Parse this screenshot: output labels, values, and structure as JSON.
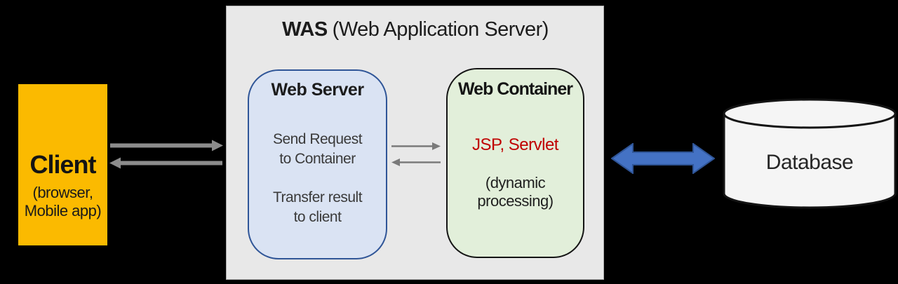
{
  "diagram": {
    "was": {
      "title_bold": "WAS",
      "title_rest": "(Web Application Server)"
    },
    "client": {
      "title": "Client",
      "subtitle_line1": "(browser,",
      "subtitle_line2": "Mobile app)"
    },
    "web_server": {
      "title": "Web Server",
      "body1_line1": "Send Request",
      "body1_line2": "to Container",
      "body2_line1": "Transfer result",
      "body2_line2": "to client"
    },
    "web_container": {
      "title": "Web Container",
      "tech": "JSP, Servlet",
      "note_line1": "(dynamic",
      "note_line2": "processing)"
    },
    "database": {
      "label": "Database"
    },
    "icons": {
      "client_request_arrow": "right-arrow-icon",
      "client_response_arrow": "left-arrow-icon",
      "server_to_container_arrow": "right-arrow-icon",
      "container_to_server_arrow": "left-arrow-icon",
      "was_database_arrow": "double-headed-arrow-icon",
      "database_shape": "database-cylinder-icon"
    },
    "colors": {
      "background": "#000000",
      "was_panel_fill": "#E8E8E8",
      "was_panel_border": "#ADADAD",
      "client_fill": "#FBBA00",
      "web_server_fill": "#DAE3F3",
      "web_server_border": "#2F5597",
      "web_container_fill": "#E2EFDA",
      "web_container_border": "#141414",
      "tech_text": "#C00000",
      "gray_arrow": "#8C8C8C",
      "blue_arrow_fill": "#4472C4",
      "blue_arrow_border": "#2F5597",
      "database_fill": "#F5F5F5",
      "database_border": "#141414"
    }
  }
}
